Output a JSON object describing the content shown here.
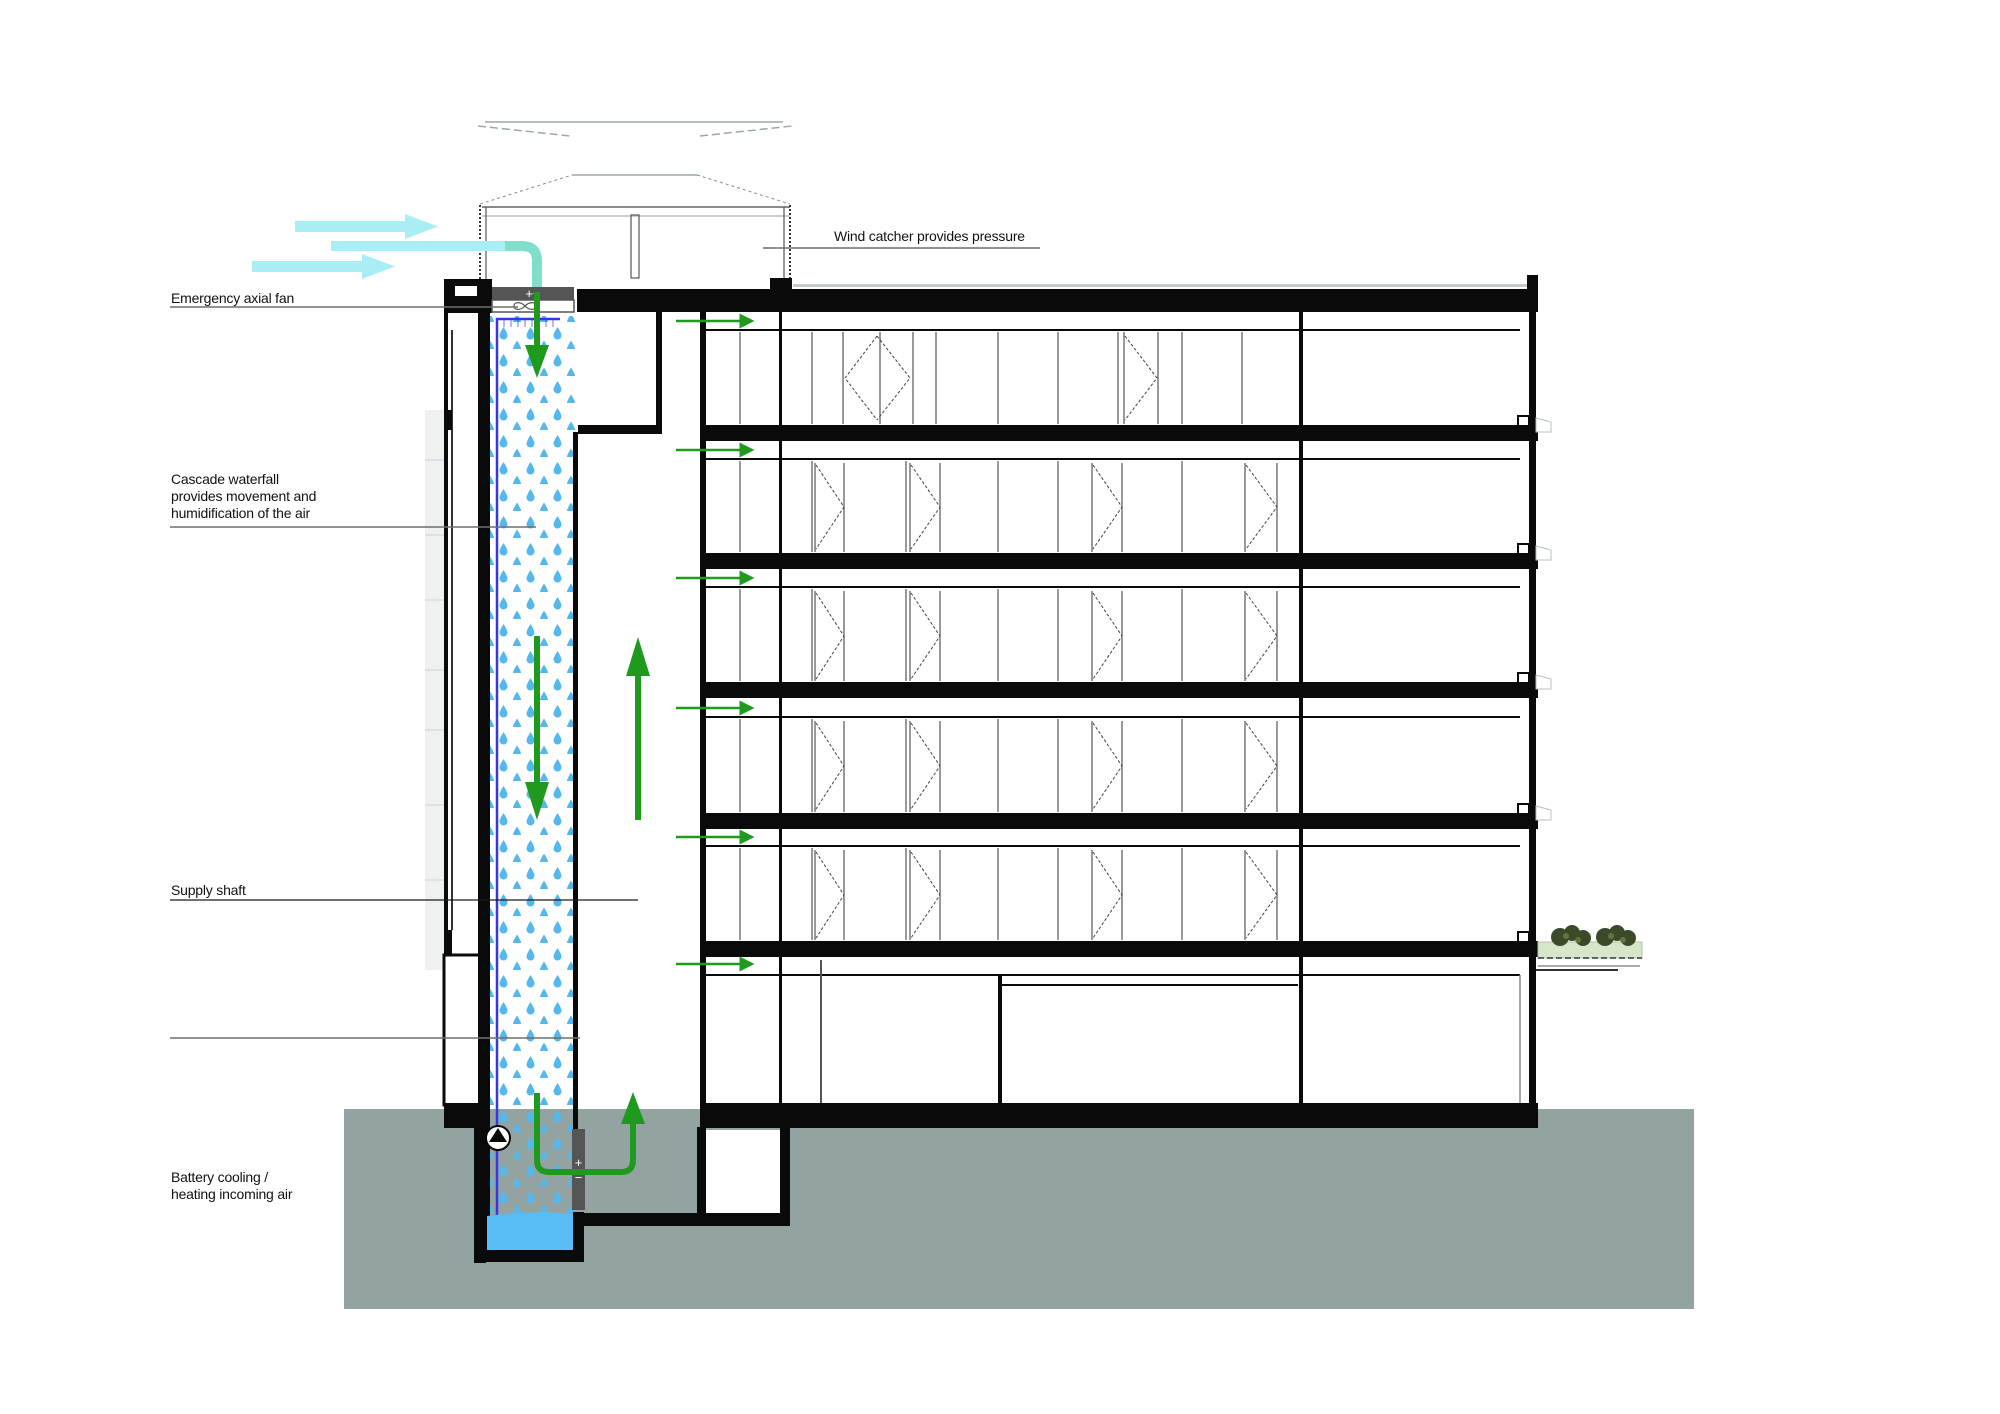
{
  "diagram": {
    "title": "Building section - natural ventilation via wind catcher and cascade waterfall supply shaft",
    "colors": {
      "structure": "#0a0a0a",
      "ground": "#93a3a1",
      "airflow_green": "#1f9a1f",
      "incoming_air": "#a9eef5",
      "incoming_air_turn": "#6fd9b8",
      "water_drops": "#55b8ec",
      "water_pool": "#58bdf5",
      "pipe_blue": "#3636e6",
      "device_gray": "#555555",
      "planting": "#3c4a2a",
      "planter": "#d6e6c8"
    },
    "floors": {
      "count_upper": 5,
      "ground_floor": 1,
      "basement": 1
    }
  },
  "labels": {
    "wind_catcher": "Wind catcher provides pressure",
    "fan": "Emergency axial fan",
    "waterfall": "Cascade waterfall\nprovides movement and\nhumidification of the air",
    "supply_shaft": "Supply shaft",
    "battery": "Battery cooling /\nheating incoming air"
  },
  "symbols": {
    "fan_sign": "+−",
    "battery_sign_plus": "+",
    "battery_sign_minus": "−"
  }
}
